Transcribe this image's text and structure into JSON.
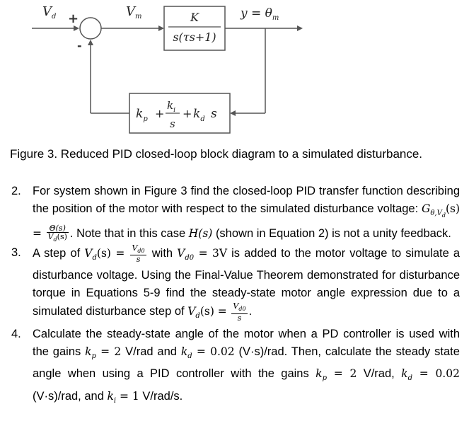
{
  "diagram": {
    "input_label": "V",
    "input_sub": "d",
    "plus_sign": "+",
    "minus_sign": "-",
    "vm_label": "V",
    "vm_sub": "m",
    "plant_num": "K",
    "plant_den": "s(τs+1)",
    "output_label": "y = θ",
    "output_sub": "m",
    "pid_kp": "k",
    "pid_kp_sub": "p",
    "pid_plus1": "+",
    "pid_ki_num": "k",
    "pid_ki_num_sub": "i",
    "pid_ki_den": "s",
    "pid_plus2": "+",
    "pid_kd": "k",
    "pid_kd_sub": "d",
    "pid_s": "s"
  },
  "caption": "Figure 3. Reduced PID closed-loop block diagram to a simulated disturbance.",
  "questions": [
    {
      "num": "2.",
      "line1": "For system shown in Figure 3 find the closed-loop PID transfer function describing the position of the motor with respect to the simulated disturbance voltage:",
      "tf_lhs": "G",
      "tf_lhs_sub": "θ,V",
      "tf_lhs_subsub": "d",
      "tf_arg": "(s) =",
      "tf_num": "Θ(s)",
      "tf_den": "V",
      "tf_den_sub": "d",
      "tf_den_tail": "(s)",
      "line2": ". Note that in this case",
      "h_expr": "H(s)",
      "line3": "(shown in Equation 2) is not a unity feedback."
    },
    {
      "num": "3.",
      "p1": "A step of",
      "vd": "V",
      "vd_sub": "d",
      "vd_arg": "(s) =",
      "frac_num": "V",
      "frac_num_sub": "d0",
      "frac_den": "s",
      "p2": "with",
      "vd0": "V",
      "vd0_sub": "d0",
      "vd0_val": "= 3V",
      "p3": "is added to the motor voltage to simulate a disturbance voltage. Using the Final-Value Theorem demonstrated for disturbance torque in Equations 5-9 find the steady-state motor angle expression due to a simulated disturbance step of",
      "p4": "."
    },
    {
      "num": "4.",
      "p1": "Calculate the steady-state angle of the motor when a PD controller is used with the gains",
      "kp": "k",
      "kp_sub": "p",
      "kp_val": "= 2",
      "p2": "V/rad and",
      "kd": "k",
      "kd_sub": "d",
      "kd_val": "= 0.02",
      "p3": "(V·s)/rad. Then, calculate the steady state angle when using a PID controller with the gains",
      "kp2_val": "= 2",
      "p4": "V/rad,",
      "kd2_val": "= 0.02",
      "p5": "(V·s)/rad, and",
      "ki": "k",
      "ki_sub": "i",
      "ki_val": "= 1",
      "p6": "V/rad/s."
    }
  ]
}
